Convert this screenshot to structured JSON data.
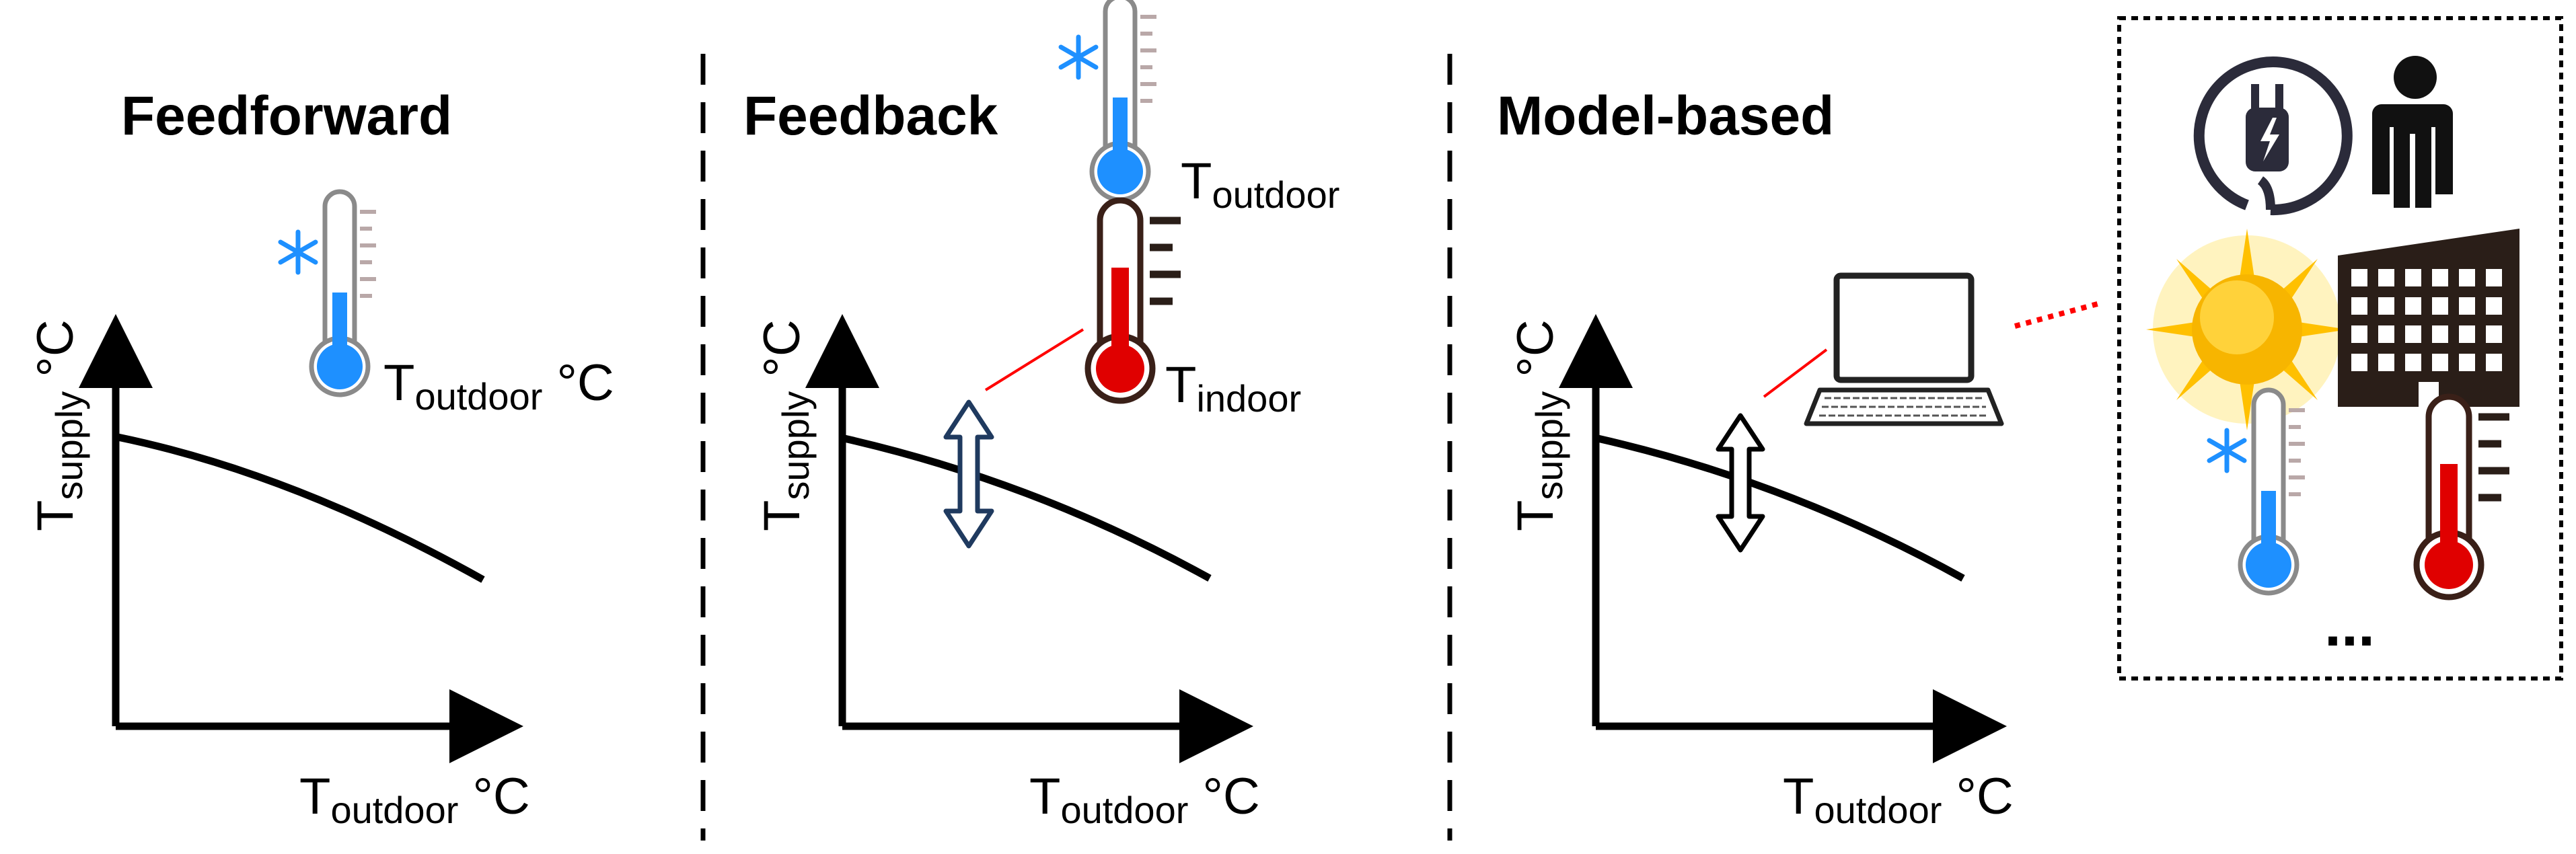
{
  "panels": [
    {
      "title": "Feedforward",
      "x_axis_main": "T",
      "x_axis_sub": "outdoor",
      "x_axis_unit": " °C",
      "y_axis_main": "T",
      "y_axis_sub": "supply",
      "y_axis_unit": " °C"
    },
    {
      "title": "Feedback",
      "x_axis_main": "T",
      "x_axis_sub": "outdoor",
      "x_axis_unit": " °C",
      "y_axis_main": "T",
      "y_axis_sub": "supply",
      "y_axis_unit": " °C"
    },
    {
      "title": "Model-based",
      "x_axis_main": "T",
      "x_axis_sub": "outdoor",
      "x_axis_unit": " °C",
      "y_axis_main": "T",
      "y_axis_sub": "supply",
      "y_axis_unit": " °C"
    }
  ],
  "sensors": {
    "feedforward_outdoor": {
      "main": "T",
      "sub": "outdoor",
      "unit": " °C"
    },
    "feedback_outdoor": {
      "main": "T",
      "sub": "outdoor"
    },
    "feedback_indoor": {
      "main": "T",
      "sub": "indoor"
    }
  },
  "inputs_box": {
    "icons": [
      "power-plug-icon",
      "person-icon",
      "sun-icon",
      "building-icon",
      "cold-thermometer-icon",
      "hot-thermometer-icon"
    ],
    "ellipsis": "..."
  },
  "colors": {
    "cold_blue": "#1e90ff",
    "hot_red": "#e00000",
    "link_red": "#ff0000",
    "arrow_blue": "#1f3a5f",
    "sun_yellow": "#ffc000",
    "building_dark": "#2a1e18"
  }
}
